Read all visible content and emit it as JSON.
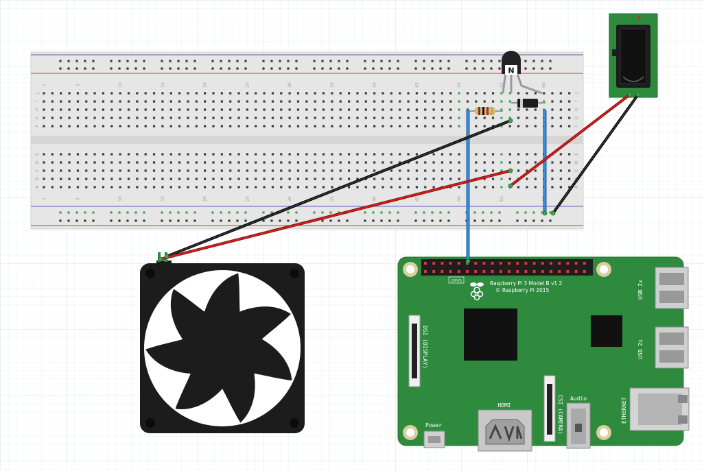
{
  "breadboard": {
    "column_labels": [
      "1",
      "5",
      "10",
      "15",
      "20",
      "25",
      "30",
      "35",
      "40",
      "45",
      "50",
      "55",
      "60"
    ],
    "row_labels_top": [
      "J",
      "I",
      "H",
      "G",
      "F"
    ],
    "row_labels_bottom": [
      "E",
      "D",
      "C",
      "B",
      "A"
    ]
  },
  "transistor": {
    "label": "N"
  },
  "raspberry_pi": {
    "gpio_label": "GPIO",
    "model_line1": "Raspberry Pi 3 Model B v1.2",
    "model_line2": "© Raspberry Pi 2015",
    "dsi_label": "DSI (DISPLAY)",
    "csi_label": "CSI (CAMERA)",
    "hdmi_label": "HDMI",
    "audio_label": "Audio",
    "power_label": "Power",
    "usb1_label": "USB 2x",
    "usb2_label": "USB 2x",
    "ethernet_label": "ETHERNET"
  },
  "colors": {
    "wire_red": "#cc1f1f",
    "wire_black": "#1a1a1a",
    "wire_blue": "#2f7fc8",
    "pcb_green": "#2e8b3e",
    "board_grey": "#e8e8e8"
  }
}
